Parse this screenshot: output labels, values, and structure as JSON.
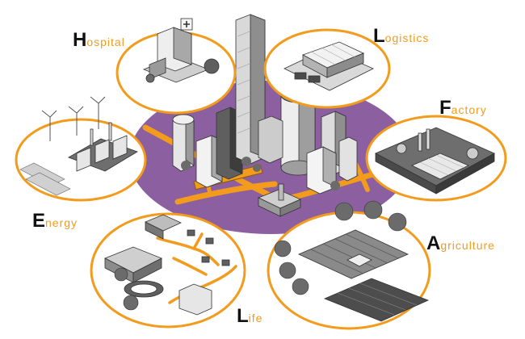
{
  "colors": {
    "accent": "#f29b1d",
    "purple": "#8b5fa0",
    "initial": "#111111",
    "building_light": "#e6e6e6",
    "building_mid": "#bdbdbd",
    "building_dark": "#5f5f5f"
  },
  "sectors": [
    {
      "id": "hospital",
      "initial": "H",
      "rest": "ospital"
    },
    {
      "id": "logistics",
      "initial": "L",
      "rest": "ogistics"
    },
    {
      "id": "factory",
      "initial": "F",
      "rest": "actory"
    },
    {
      "id": "energy",
      "initial": "E",
      "rest": "nergy"
    },
    {
      "id": "agriculture",
      "initial": "A",
      "rest": "griculture"
    },
    {
      "id": "life",
      "initial": "L",
      "rest": "ife"
    }
  ]
}
